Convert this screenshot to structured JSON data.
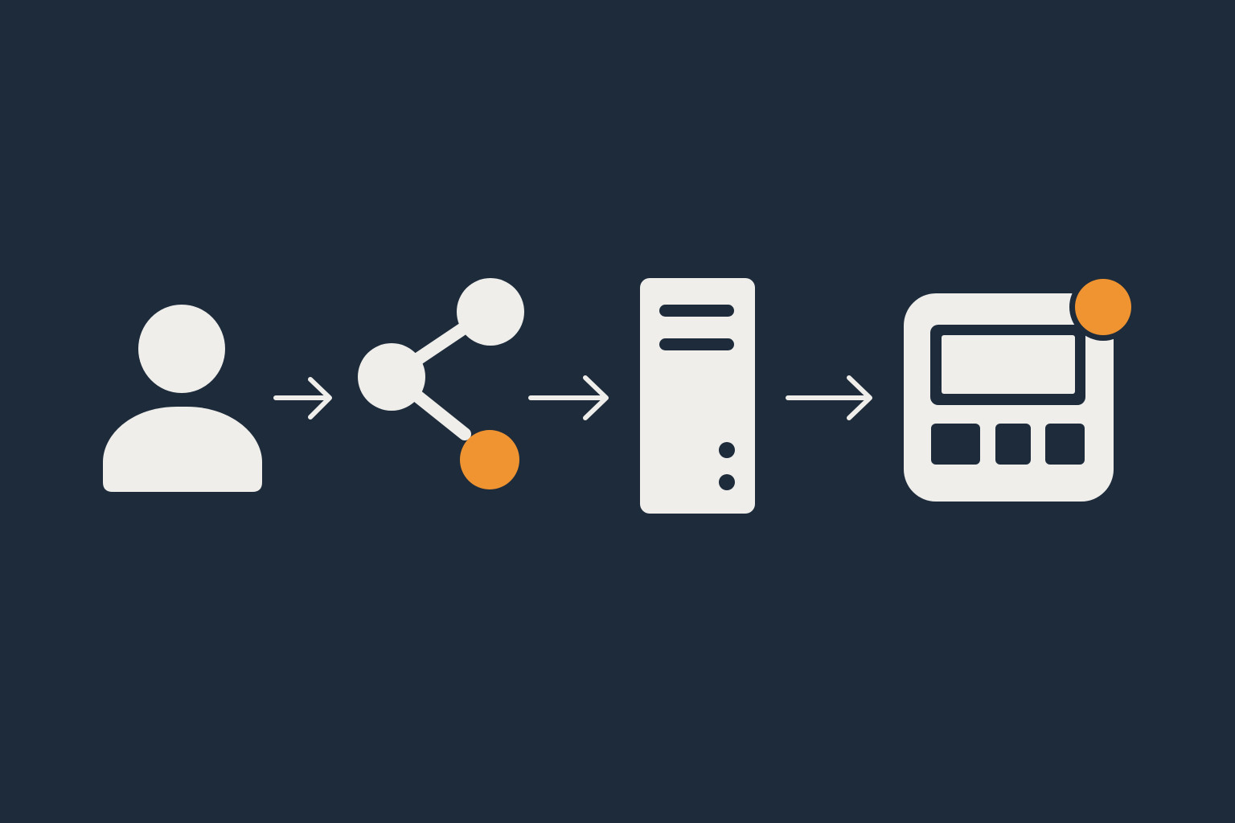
{
  "diagram": {
    "background_color": "#1d2b3b",
    "icon_color": "#efeeeb",
    "accent_color": "#ef9431",
    "nodes": [
      {
        "icon": "user-icon",
        "badge": false
      },
      {
        "icon": "share-network-icon",
        "badge": true
      },
      {
        "icon": "server-tower-icon",
        "badge": false
      },
      {
        "icon": "dashboard-app-icon",
        "badge": true
      }
    ],
    "connectors": [
      {
        "icon": "arrow-right-icon",
        "from": 0,
        "to": 1
      },
      {
        "icon": "arrow-right-icon",
        "from": 1,
        "to": 2
      },
      {
        "icon": "arrow-right-icon",
        "from": 2,
        "to": 3
      }
    ]
  }
}
